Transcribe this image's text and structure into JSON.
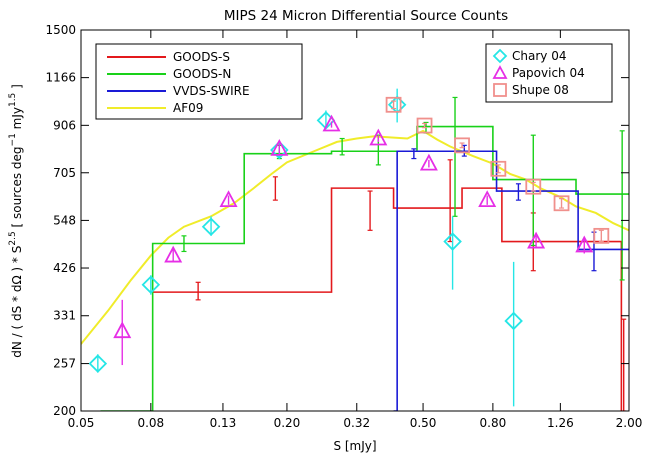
{
  "chart_data": {
    "type": "step-and-scatter",
    "title": "MIPS 24 Micron Differential Source Counts",
    "xlabel": "S [mJy]",
    "ylabel_parts": {
      "main": "dN / ( dS * dΩ ) * S",
      "exp1": "2.5",
      "mid": " [ sources deg",
      "exp2": "−1",
      "mid2": " mJy",
      "exp3": "1.5",
      "end": " ]"
    },
    "xscale": "log",
    "yscale": "log",
    "xlim": [
      0.05,
      2.0
    ],
    "ylim": [
      200,
      1500
    ],
    "x_ticks": [
      0.05,
      0.08,
      0.13,
      0.2,
      0.32,
      0.5,
      0.8,
      1.26,
      2.0
    ],
    "x_tick_labels": [
      "0.05",
      "0.08",
      "0.13",
      "0.20",
      "0.32",
      "0.50",
      "0.80",
      "1.26",
      "2.00"
    ],
    "y_ticks": [
      200,
      257,
      331,
      426,
      548,
      705,
      906,
      1166,
      1500
    ],
    "y_tick_labels": [
      "200",
      "257",
      "331",
      "426",
      "548",
      "705",
      "906",
      "1166",
      "1500"
    ],
    "legend_left": {
      "placement": "top-left",
      "entries": [
        {
          "name": "GOODS-S",
          "color": "#e3191c"
        },
        {
          "name": "GOODS-N",
          "color": "#19d119"
        },
        {
          "name": "VVDS-SWIRE",
          "color": "#1a1ad6"
        },
        {
          "name": "AF09",
          "color": "#f0ec2a"
        }
      ]
    },
    "legend_right": {
      "placement": "top-right",
      "entries": [
        {
          "name": "Chary 04",
          "color": "#25e6e6",
          "marker": "diamond"
        },
        {
          "name": "Papovich 04",
          "color": "#e62ee6",
          "marker": "triangle"
        },
        {
          "name": "Shupe 08",
          "color": "#f0908c",
          "marker": "square"
        }
      ]
    },
    "step_series": [
      {
        "name": "GOODS-S",
        "color": "#e3191c",
        "x": [
          0.08,
          0.15,
          0.27,
          0.41,
          0.65,
          0.85,
          1.1,
          1.5,
          1.9
        ],
        "y": [
          375,
          375,
          650,
          585,
          650,
          490,
          490,
          490,
          200
        ],
        "errors": [
          {
            "x": 0.11,
            "y": 375,
            "lo": 360,
            "hi": 395
          },
          {
            "x": 0.185,
            "y": 650,
            "lo": 610,
            "hi": 690
          },
          {
            "x": 0.35,
            "y": 585,
            "lo": 520,
            "hi": 640
          },
          {
            "x": 0.6,
            "y": 650,
            "lo": 490,
            "hi": 755
          },
          {
            "x": 1.05,
            "y": 490,
            "lo": 420,
            "hi": 570
          },
          {
            "x": 1.93,
            "y": 200,
            "lo": 200,
            "hi": 325
          }
        ]
      },
      {
        "name": "GOODS-N",
        "color": "#19d119",
        "x": [
          0.057,
          0.081,
          0.15,
          0.27,
          0.48,
          0.8,
          1.4,
          2.0
        ],
        "y": [
          200,
          485,
          780,
          790,
          900,
          680,
          630,
          630
        ],
        "errors": [
          {
            "x": 0.1,
            "y": 485,
            "lo": 465,
            "hi": 505
          },
          {
            "x": 0.19,
            "y": 790,
            "lo": 760,
            "hi": 815
          },
          {
            "x": 0.29,
            "y": 810,
            "lo": 775,
            "hi": 845
          },
          {
            "x": 0.37,
            "y": 800,
            "lo": 735,
            "hi": 860
          },
          {
            "x": 0.51,
            "y": 895,
            "lo": 870,
            "hi": 920
          },
          {
            "x": 0.62,
            "y": 760,
            "lo": 560,
            "hi": 1050
          },
          {
            "x": 1.05,
            "y": 680,
            "lo": 480,
            "hi": 860
          },
          {
            "x": 1.91,
            "y": 620,
            "lo": 400,
            "hi": 880
          }
        ]
      },
      {
        "name": "VVDS-SWIRE",
        "color": "#1a1ad6",
        "x": [
          0.41,
          0.42,
          0.82,
          1.42,
          2.0
        ],
        "y": [
          200,
          790,
          640,
          470,
          470
        ],
        "errors": [
          {
            "x": 0.47,
            "y": 780,
            "lo": 760,
            "hi": 800
          },
          {
            "x": 0.66,
            "y": 800,
            "lo": 770,
            "hi": 815
          },
          {
            "x": 0.95,
            "y": 640,
            "lo": 610,
            "hi": 665
          },
          {
            "x": 1.58,
            "y": 470,
            "lo": 420,
            "hi": 515
          }
        ]
      }
    ],
    "line_series": [
      {
        "name": "AF09",
        "color": "#f0ec2a",
        "x": [
          0.05,
          0.06,
          0.07,
          0.08,
          0.09,
          0.1,
          0.12,
          0.14,
          0.16,
          0.18,
          0.2,
          0.24,
          0.28,
          0.32,
          0.36,
          0.4,
          0.45,
          0.5,
          0.55,
          0.6,
          0.7,
          0.8,
          0.9,
          1.0,
          1.1,
          1.26,
          1.4,
          1.6,
          1.8,
          2.0
        ],
        "y": [
          285,
          340,
          400,
          455,
          500,
          530,
          560,
          600,
          650,
          700,
          745,
          790,
          830,
          845,
          855,
          850,
          845,
          880,
          840,
          810,
          770,
          740,
          700,
          680,
          650,
          620,
          590,
          570,
          540,
          520
        ]
      }
    ],
    "scatter_series": [
      {
        "name": "Chary 04",
        "marker": "diamond",
        "color": "#25e6e6",
        "points": [
          {
            "x": 0.056,
            "y": 257,
            "lo": 245,
            "hi": 270
          },
          {
            "x": 0.08,
            "y": 390,
            "lo": 370,
            "hi": 410
          },
          {
            "x": 0.12,
            "y": 530,
            "lo": 505,
            "hi": 560
          },
          {
            "x": 0.19,
            "y": 795,
            "lo": 760,
            "hi": 830
          },
          {
            "x": 0.26,
            "y": 930,
            "lo": 890,
            "hi": 980
          },
          {
            "x": 0.42,
            "y": 1010,
            "lo": 920,
            "hi": 1100
          },
          {
            "x": 0.61,
            "y": 490,
            "lo": 380,
            "hi": 560
          },
          {
            "x": 0.92,
            "y": 322,
            "lo": 205,
            "hi": 440
          }
        ]
      },
      {
        "name": "Papovich 04",
        "marker": "triangle",
        "color": "#e62ee6",
        "points": [
          {
            "x": 0.066,
            "y": 305,
            "lo": 255,
            "hi": 360
          },
          {
            "x": 0.093,
            "y": 455,
            "lo": 440,
            "hi": 470
          },
          {
            "x": 0.135,
            "y": 610,
            "lo": 595,
            "hi": 625
          },
          {
            "x": 0.19,
            "y": 800,
            "lo": 780,
            "hi": 820
          },
          {
            "x": 0.27,
            "y": 910,
            "lo": 895,
            "hi": 925
          },
          {
            "x": 0.37,
            "y": 845,
            "lo": 830,
            "hi": 860
          },
          {
            "x": 0.52,
            "y": 740,
            "lo": 725,
            "hi": 755
          },
          {
            "x": 0.77,
            "y": 610,
            "lo": 595,
            "hi": 625
          },
          {
            "x": 1.07,
            "y": 490,
            "lo": 475,
            "hi": 505
          },
          {
            "x": 1.48,
            "y": 480,
            "lo": 460,
            "hi": 500
          }
        ]
      },
      {
        "name": "Shupe 08",
        "marker": "square",
        "color": "#f0908c",
        "points": [
          {
            "x": 0.41,
            "y": 1010,
            "lo": 990,
            "hi": 1030
          },
          {
            "x": 0.505,
            "y": 905,
            "lo": 895,
            "hi": 915
          },
          {
            "x": 0.65,
            "y": 815,
            "lo": 805,
            "hi": 825
          },
          {
            "x": 0.83,
            "y": 720,
            "lo": 705,
            "hi": 735
          },
          {
            "x": 1.05,
            "y": 655,
            "lo": 640,
            "hi": 670
          },
          {
            "x": 1.27,
            "y": 600,
            "lo": 585,
            "hi": 615
          },
          {
            "x": 1.66,
            "y": 505,
            "lo": 490,
            "hi": 520
          }
        ]
      }
    ]
  }
}
